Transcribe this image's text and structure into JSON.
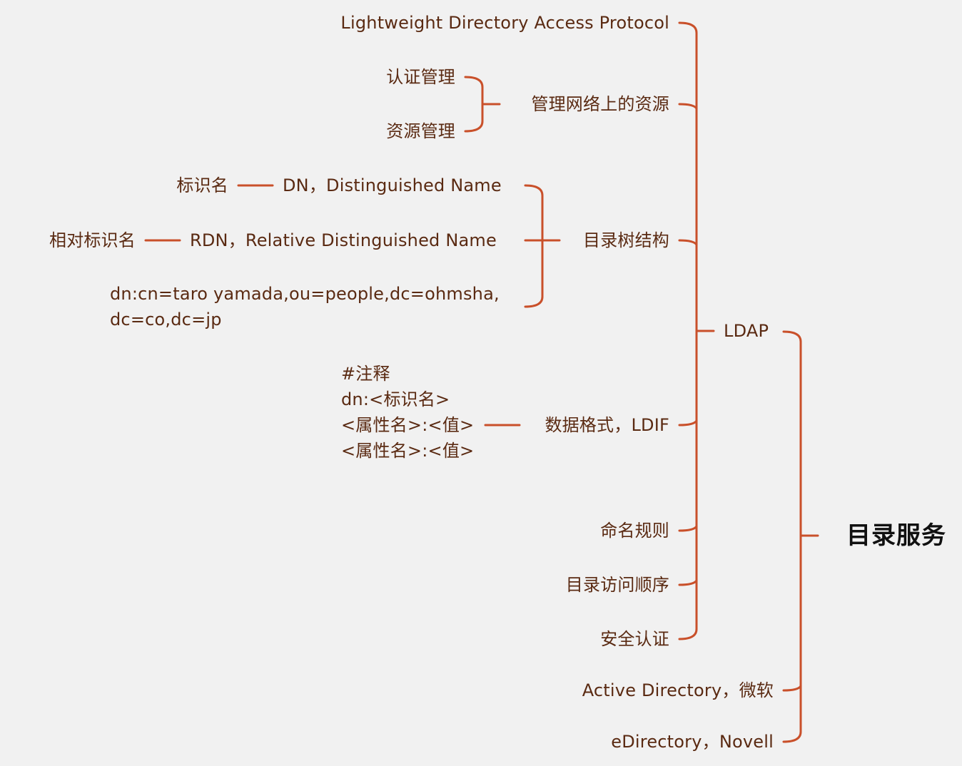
{
  "diagram": {
    "root": "目录服务",
    "ldap": "LDAP",
    "active_directory": "Active Directory，微软",
    "edirectory": "eDirectory，Novell",
    "ldap_children": {
      "full_name": "Lightweight Directory Access Protocol",
      "manage": "管理网络上的资源",
      "manage_auth": "认证管理",
      "manage_resource": "资源管理",
      "tree": "目录树结构",
      "dn": "DN，Distinguished Name",
      "dn_label": "标识名",
      "rdn": "RDN，Relative Distinguished Name",
      "rdn_label": "相对标识名",
      "dn_example": "dn:cn=taro yamada,ou=people,dc=ohmsha,\ndc=co,dc=jp",
      "ldif": "数据格式，LDIF",
      "ldif_example": "#注释\ndn:<标识名>\n<属性名>:<值>\n<属性名>:<值>",
      "naming": "命名规则",
      "access_order": "目录访问顺序",
      "security": "安全认证"
    }
  },
  "colors": {
    "line": "#c9502a",
    "text": "#5a2a12",
    "root_text": "#111111",
    "background": "#f1f1f1"
  }
}
